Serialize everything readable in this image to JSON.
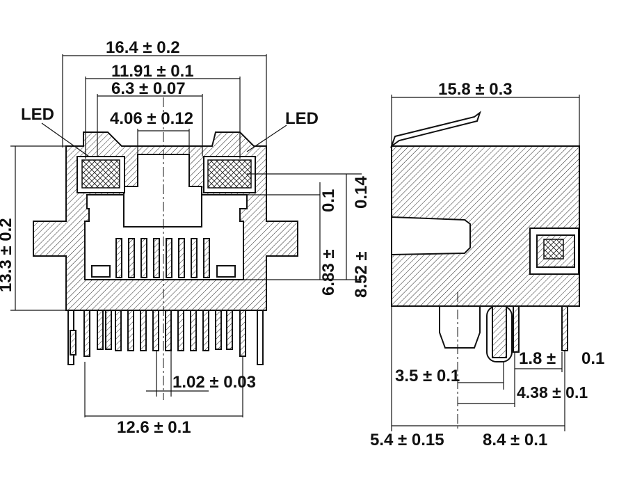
{
  "front_view": {
    "dim_width": "16.4 ± 0.2",
    "dim_led_span": "11.91 ± 0.1",
    "dim_port_span": "6.3 ± 0.07",
    "dim_opening": "4.06 ± 0.12",
    "led_left": "LED",
    "led_right": "LED",
    "dim_height": "13.3 ± 0.2",
    "dim_offset_a": "0.1",
    "dim_offset_b": "0.14",
    "dim_contact_a": "6.83 ±",
    "dim_contact_b": "8.52 ±",
    "dim_pitch": "1.02 ± 0.03",
    "dim_pin_span": "12.6 ± 0.1"
  },
  "side_view": {
    "dim_depth": "15.8 ± 0.3",
    "dim_post": "1.8 ±",
    "dim_post_tol": "0.1",
    "dim_peg": "3.5 ± 0.1",
    "dim_pin_row": "4.38 ± 0.1",
    "dim_front": "5.4 ± 0.15",
    "dim_rear": "8.4 ± 0.1"
  }
}
